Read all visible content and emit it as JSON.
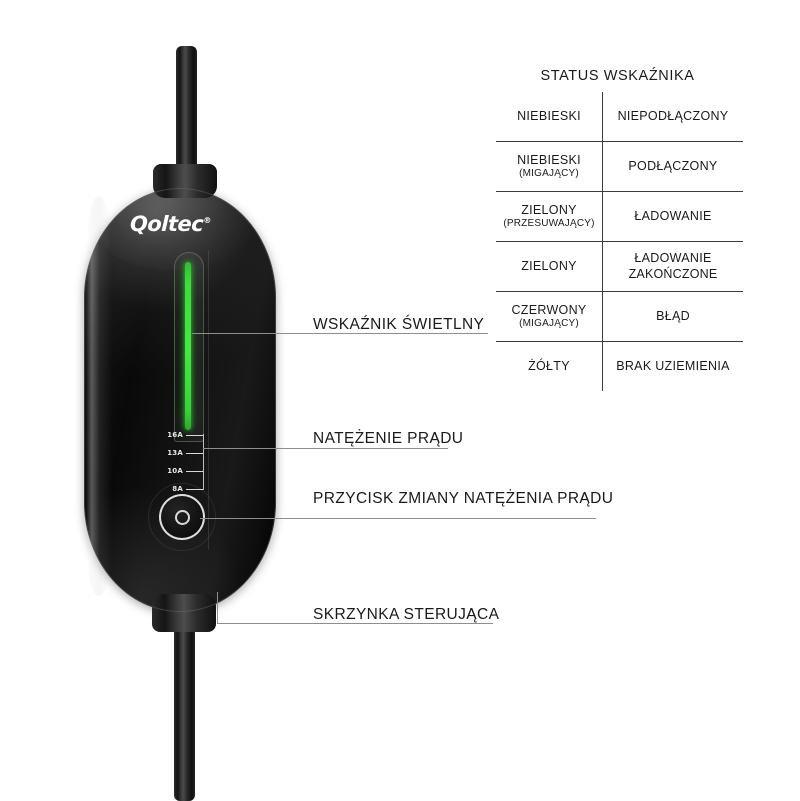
{
  "device": {
    "brand": "Qoltec",
    "brand_mark": "®",
    "led_color": "#3ddb3d",
    "amperage_levels": [
      "16A",
      "13A",
      "10A",
      "8A"
    ],
    "button_name": "current-change-button"
  },
  "callouts": [
    {
      "id": "led-indicator",
      "label": "WSKAŹNIK ŚWIETLNY"
    },
    {
      "id": "current-level",
      "label": "NATĘŻENIE PRĄDU"
    },
    {
      "id": "current-button",
      "label": "PRZYCISK ZMIANY NATĘŻENIA PRĄDU"
    },
    {
      "id": "control-box",
      "label": "SKRZYNKA STERUJĄCA"
    }
  ],
  "status_table": {
    "title": "STATUS WSKAŹNIKA",
    "rows": [
      {
        "color": "NIEBIESKI",
        "color_sub": "",
        "meaning": "NIEPODŁĄCZONY",
        "meaning_sub": ""
      },
      {
        "color": "NIEBIESKI",
        "color_sub": "(MIGAJĄCY)",
        "meaning": "PODŁĄCZONY",
        "meaning_sub": ""
      },
      {
        "color": "ZIELONY",
        "color_sub": "(PRZESUWAJĄCY)",
        "meaning": "ŁADOWANIE",
        "meaning_sub": ""
      },
      {
        "color": "ZIELONY",
        "color_sub": "",
        "meaning": "ŁADOWANIE",
        "meaning_sub": "ZAKOŃCZONE"
      },
      {
        "color": "CZERWONY",
        "color_sub": "(MIGAJĄCY)",
        "meaning": "BŁĄD",
        "meaning_sub": ""
      },
      {
        "color": "ŻÓŁTY",
        "color_sub": "",
        "meaning": "BRAK UZIEMIENIA",
        "meaning_sub": ""
      }
    ]
  }
}
